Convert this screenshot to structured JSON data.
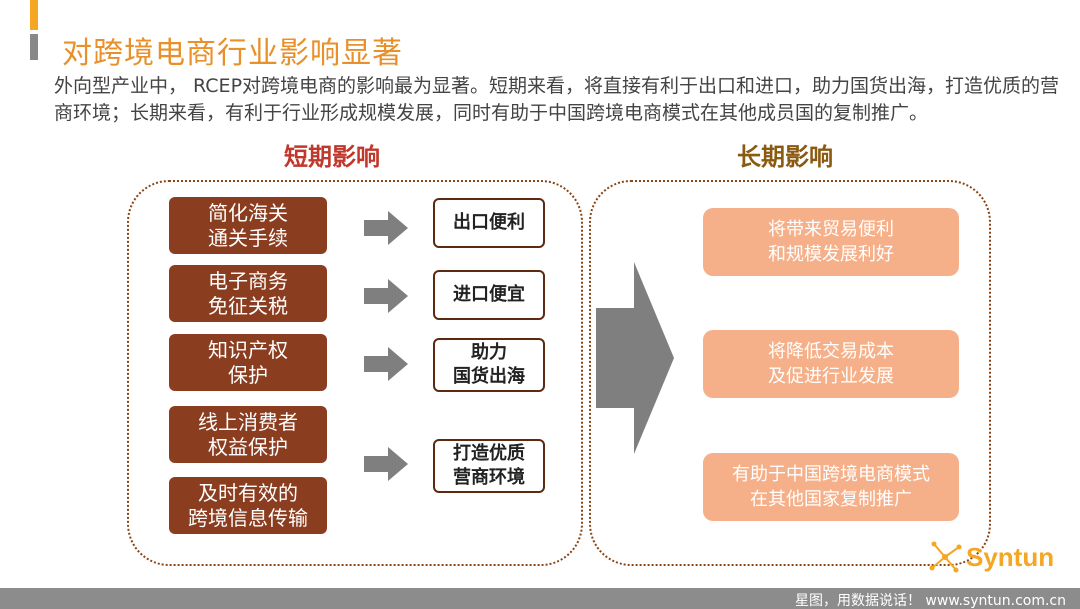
{
  "header": {
    "title": "对跨境电商行业影响显著",
    "intro": "外向型产业中， RCEP对跨境电商的影响最为显著。短期来看，将直接有利于出口和进口，助力国货出海，打造优质的营商环境；长期来看，有利于行业形成规模发展，同时有助于中国跨境电商模式在其他成员国的复制推广。"
  },
  "short_term": {
    "title": "短期影响",
    "measures": [
      "简化海关\n通关手续",
      "电子商务\n免征关税",
      "知识产权\n保护",
      "线上消费者\n权益保护",
      "及时有效的\n跨境信息传输"
    ],
    "effects": [
      "出口便利",
      "进口便宜",
      "助力\n国货出海",
      "打造优质\n营商环境"
    ]
  },
  "long_term": {
    "title": "长期影响",
    "items": [
      "将带来贸易便利\n和规模发展利好",
      "将降低交易成本\n及促进行业发展",
      "有助于中国跨境电商模式\n在其他国家复制推广"
    ]
  },
  "logo": {
    "text": "Syntun"
  },
  "footer": {
    "text": "星图，用数据说话！ www.syntun.com.cn"
  },
  "colors": {
    "title": "#e8902a",
    "measure_box": "#8b3d1f",
    "long_box": "#f6b089",
    "arrow": "#7f7f7f"
  }
}
